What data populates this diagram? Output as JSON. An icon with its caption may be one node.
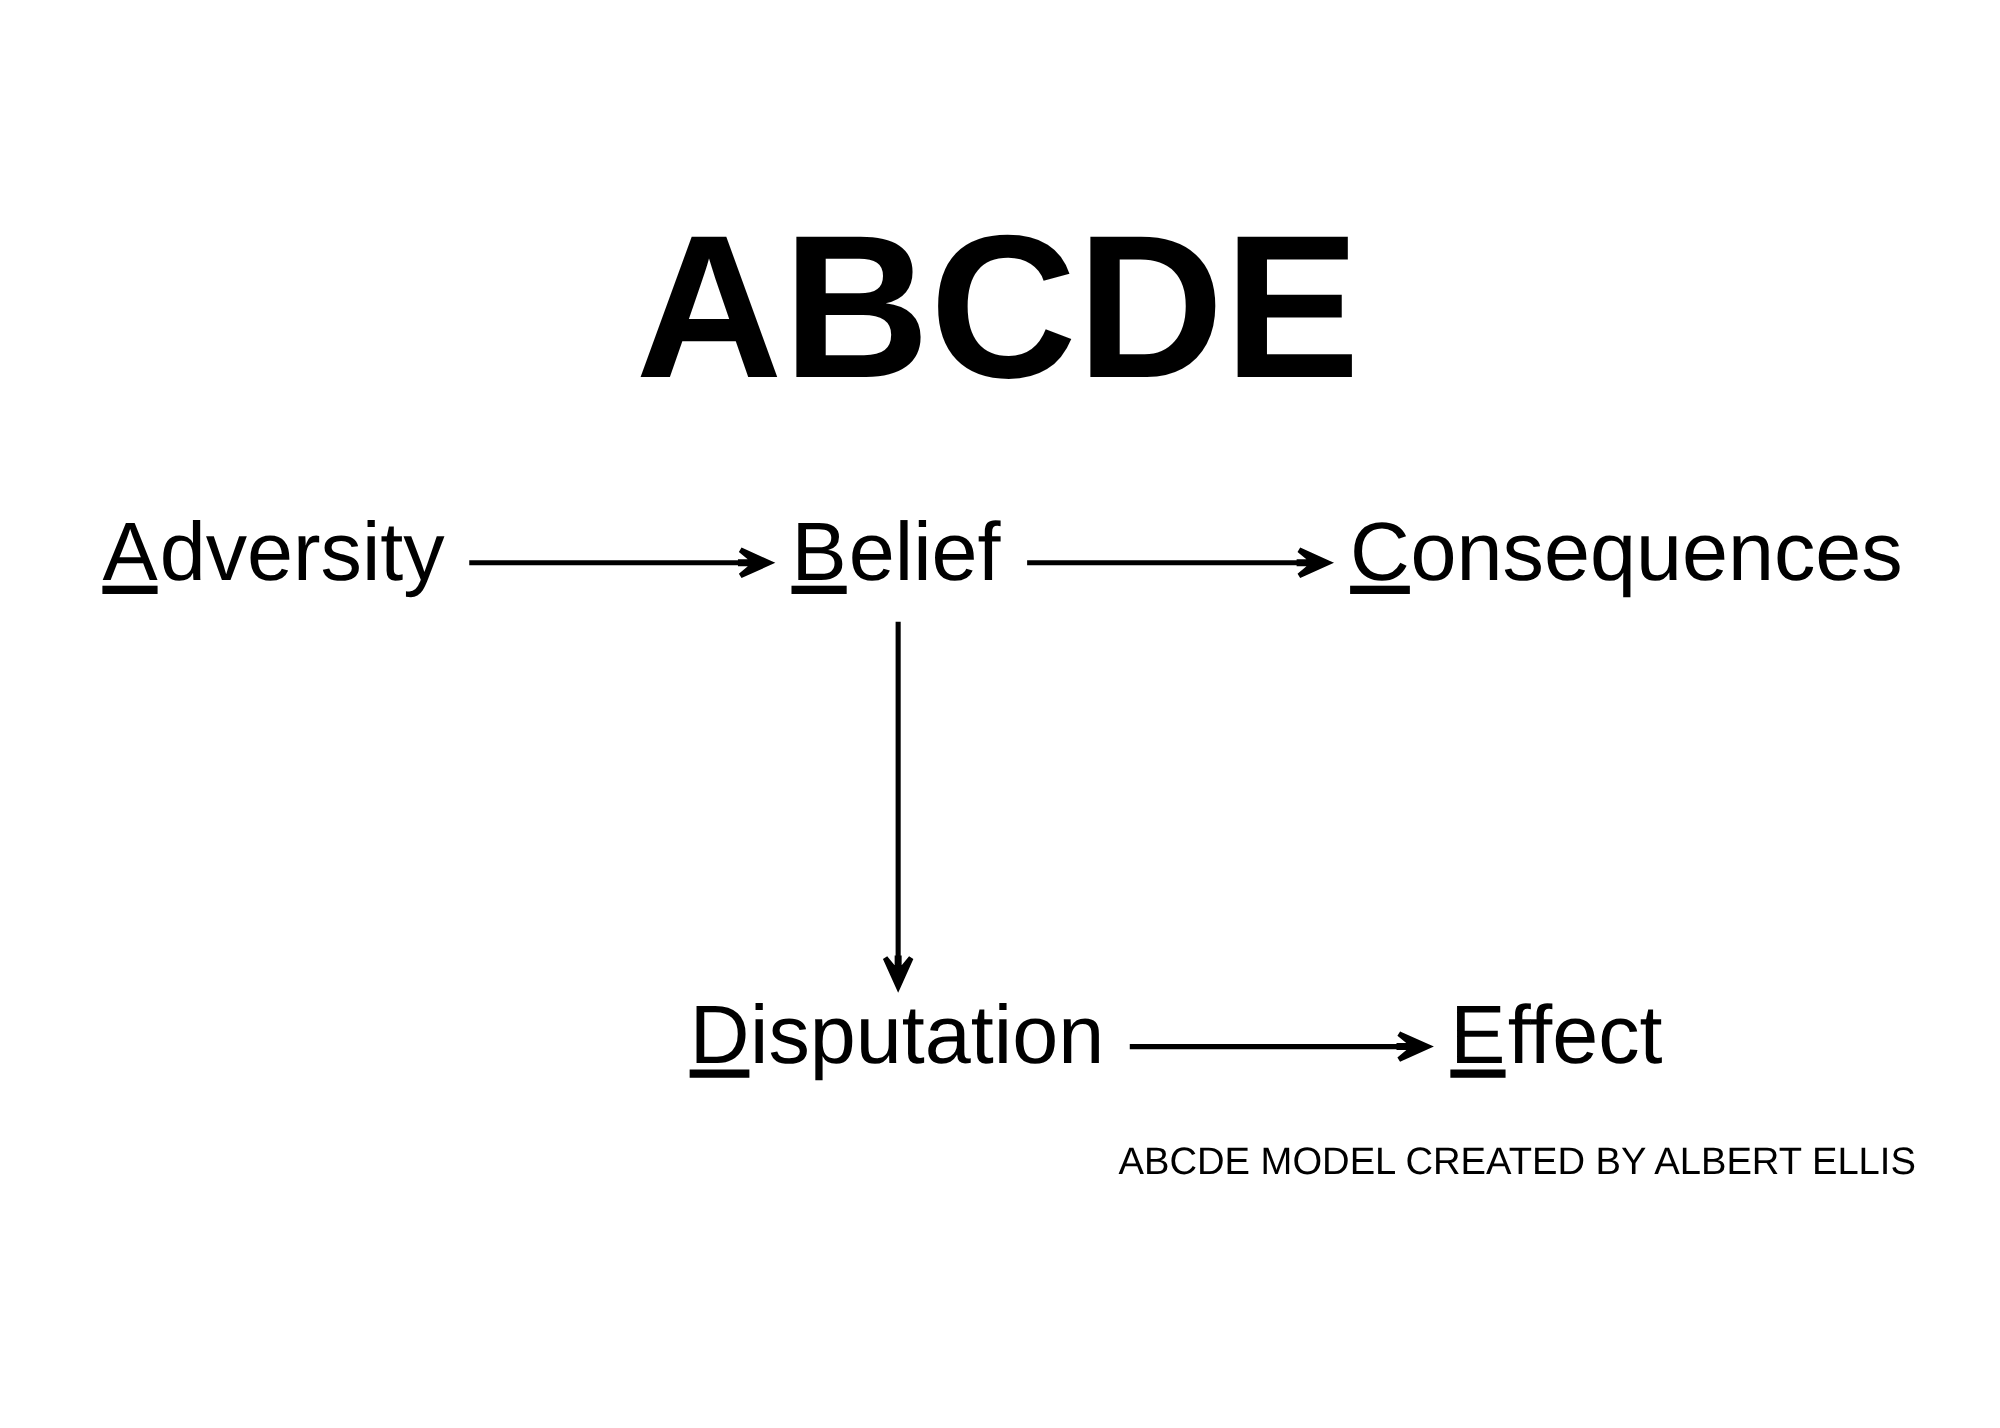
{
  "diagram": {
    "title": "ABCDE",
    "caption": "ABCDE MODEL CREATED BY ALBERT ELLIS",
    "nodes": [
      {
        "text": [
          "Adversity"
        ]
      },
      {
        "text": [
          "Belief"
        ]
      },
      {
        "text": [
          "Consequences"
        ]
      },
      {
        "text": [
          "Disputation"
        ]
      },
      {
        "text": [
          "Effect"
        ]
      }
    ],
    "edges": [
      {
        "from": 0,
        "to": 1,
        "arrow": "to"
      },
      {
        "from": 1,
        "to": 2,
        "arrow": "to"
      },
      {
        "from": 1,
        "to": 3,
        "arrow": "to"
      },
      {
        "from": 3,
        "to": 4,
        "arrow": "to"
      }
    ]
  }
}
